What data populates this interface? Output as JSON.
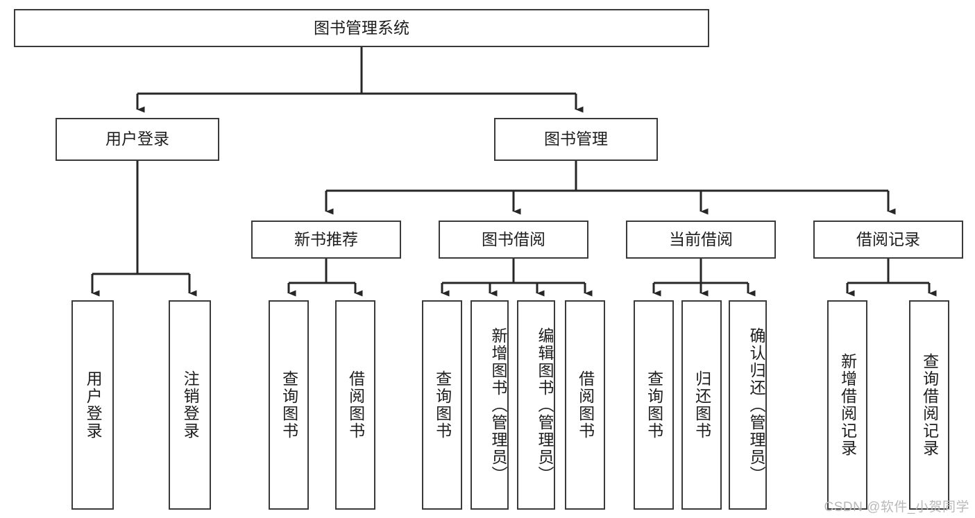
{
  "diagram": {
    "title": "图书管理系统",
    "type": "tree-hierarchy",
    "watermark": "CSDN @软件_小贺同学",
    "colors": {
      "box_border": "#3a3a3a",
      "box_fill": "#ffffff",
      "edge": "#262626",
      "text": "#1d1d1d",
      "watermark": "#b9b9b9"
    },
    "levels": {
      "root": {
        "label": "图书管理系统"
      },
      "level2": [
        {
          "label": "用户登录"
        },
        {
          "label": "图书管理"
        }
      ],
      "level3": [
        {
          "label": "新书推荐"
        },
        {
          "label": "图书借阅"
        },
        {
          "label": "当前借阅"
        },
        {
          "label": "借阅记录"
        }
      ],
      "leaves": [
        {
          "label": "用户登录",
          "parent": "用户登录"
        },
        {
          "label": "注销登录",
          "parent": "用户登录"
        },
        {
          "label": "查询图书",
          "parent": "新书推荐"
        },
        {
          "label": "借阅图书",
          "parent": "新书推荐"
        },
        {
          "label": "查询图书",
          "parent": "图书借阅"
        },
        {
          "label": "新增图书（管理员）",
          "parent": "图书借阅"
        },
        {
          "label": "编辑图书（管理员）",
          "parent": "图书借阅"
        },
        {
          "label": "借阅图书",
          "parent": "图书借阅"
        },
        {
          "label": "查询图书",
          "parent": "当前借阅"
        },
        {
          "label": "归还图书",
          "parent": "当前借阅"
        },
        {
          "label": "确认归还（管理员）",
          "parent": "当前借阅"
        },
        {
          "label": "新增借阅记录",
          "parent": "借阅记录"
        },
        {
          "label": "查询借阅记录",
          "parent": "借阅记录"
        }
      ]
    }
  }
}
